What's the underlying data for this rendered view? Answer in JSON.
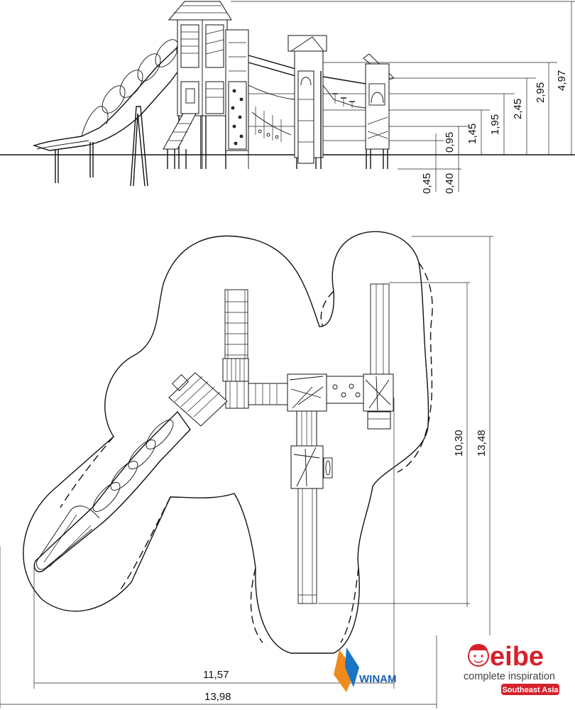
{
  "elevation_dimensions": {
    "total_height": "4,97",
    "h1": "2,95",
    "h2": "2,45",
    "h3": "1,95",
    "h4": "1,45",
    "h5": "0,95",
    "depth_a": "0,45",
    "depth_b": "0,40"
  },
  "plan_dimensions": {
    "inner_width": "11,57",
    "total_width": "13,98",
    "inner_height": "10,30",
    "total_height": "13,48"
  },
  "logos": {
    "winam": "WINAM",
    "eibe_name": "eibe",
    "eibe_tagline": "complete inspiration",
    "eibe_region": "Southeast Asia",
    "eibe_red": "#d6202b"
  }
}
